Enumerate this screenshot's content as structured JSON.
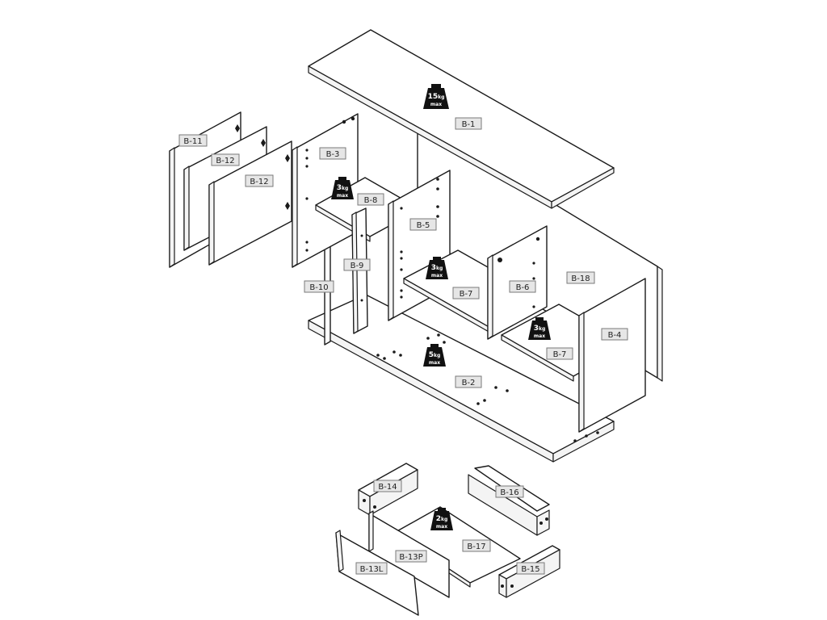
{
  "diagram": {
    "part_labels": {
      "b1": "B-1",
      "b2": "B-2",
      "b3": "B-3",
      "b4": "B-4",
      "b5": "B-5",
      "b6": "B-6",
      "b7a": "B-7",
      "b7b": "B-7",
      "b8": "B-8",
      "b9": "B-9",
      "b10": "B-10",
      "b11": "B-11",
      "b12a": "B-12",
      "b12b": "B-12",
      "b13l": "B-13L",
      "b13p": "B-13P",
      "b14": "B-14",
      "b15": "B-15",
      "b16": "B-16",
      "b17": "B-17",
      "b18": "B-18"
    },
    "weight_limits": {
      "top": {
        "value": "15",
        "unit": "kg",
        "note": "max"
      },
      "shelf_b8": {
        "value": "3",
        "unit": "kg",
        "note": "max"
      },
      "shelf_b7a": {
        "value": "3",
        "unit": "kg",
        "note": "max"
      },
      "shelf_b7b": {
        "value": "3",
        "unit": "kg",
        "note": "max"
      },
      "bottom": {
        "value": "5",
        "unit": "kg",
        "note": "max"
      },
      "drawer": {
        "value": "2",
        "unit": "kg",
        "note": "max"
      }
    }
  }
}
